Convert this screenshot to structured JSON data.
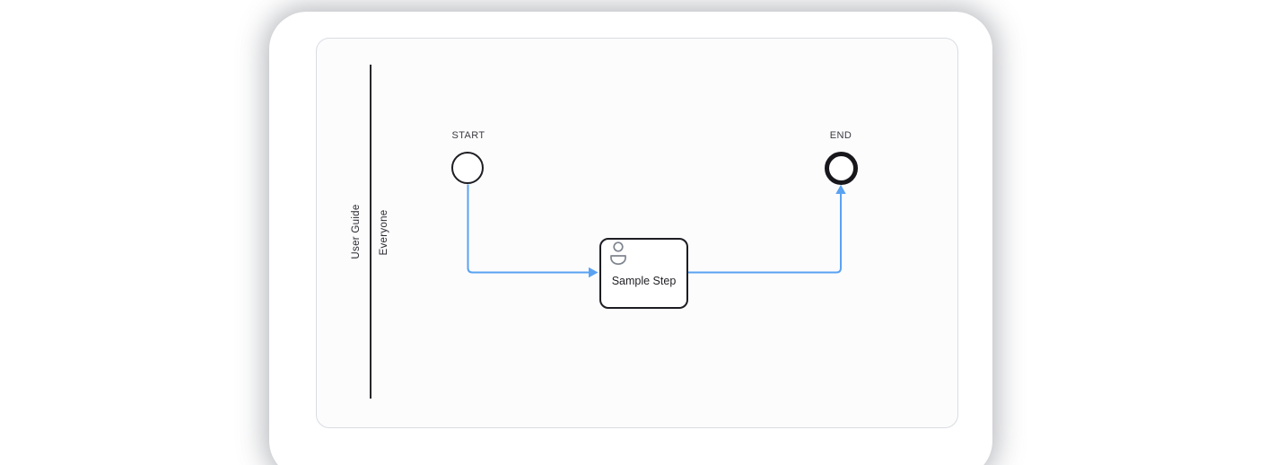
{
  "diagram": {
    "pool_label": "User Guide",
    "lane_label": "Everyone",
    "start_event": {
      "label": "START",
      "type": "start-event"
    },
    "end_event": {
      "label": "END",
      "type": "end-event"
    },
    "task": {
      "label": "Sample Step",
      "icon": "user-icon"
    },
    "flows": [
      {
        "from": "start-event",
        "to": "task"
      },
      {
        "from": "task",
        "to": "end-event"
      }
    ]
  },
  "colors": {
    "connector_blue": "#5aa2f2",
    "node_stroke": "#1d1d23",
    "lane_line": "#27272b",
    "card_border": "#d9dce2",
    "icon_gray": "#7e8590",
    "label_text": "#3a3a41"
  }
}
